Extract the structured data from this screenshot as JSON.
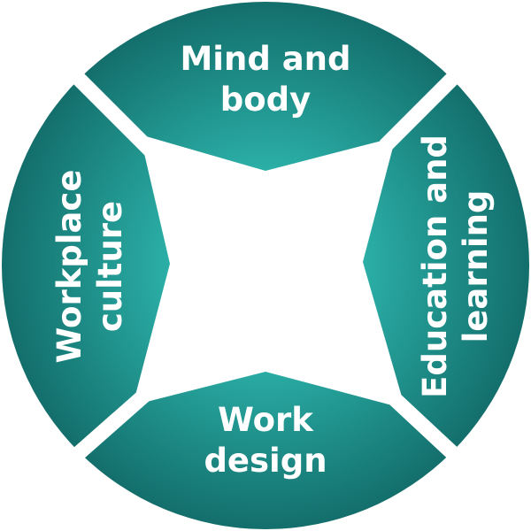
{
  "segments": [
    {
      "id": "top",
      "line1": "Mind and",
      "line2": "body"
    },
    {
      "id": "right",
      "line1": "Education and",
      "line2": "learning"
    },
    {
      "id": "bottom",
      "line1": "Work",
      "line2": "design"
    },
    {
      "id": "left",
      "line1": "Workplace",
      "line2": "culture"
    }
  ],
  "colors": {
    "inner": "#2bb0a8",
    "outer": "#136e6b"
  }
}
